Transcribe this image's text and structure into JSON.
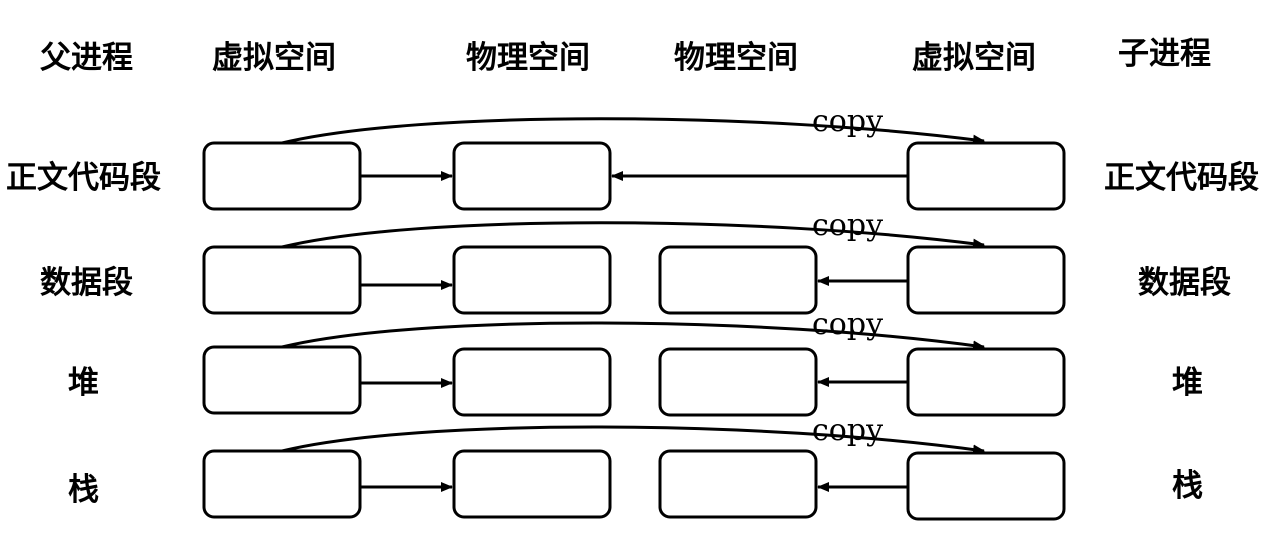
{
  "headers": {
    "parent_process": "父进程",
    "parent_virtual": "虚拟空间",
    "physical_1": "物理空间",
    "physical_2": "物理空间",
    "child_virtual": "虚拟空间",
    "child_process": "子进程"
  },
  "segments": [
    {
      "left_label": "正文代码段",
      "right_label": "正文代码段",
      "copy_label": "copy",
      "child_has_own_physical": false
    },
    {
      "left_label": "数据段",
      "right_label": "数据段",
      "copy_label": "copy",
      "child_has_own_physical": true
    },
    {
      "left_label": "堆",
      "right_label": "堆",
      "copy_label": "copy",
      "child_has_own_physical": true
    },
    {
      "left_label": "栈",
      "right_label": "栈",
      "copy_label": "copy",
      "child_has_own_physical": true
    }
  ],
  "colors": {
    "stroke": "#000000",
    "background": "#ffffff"
  }
}
